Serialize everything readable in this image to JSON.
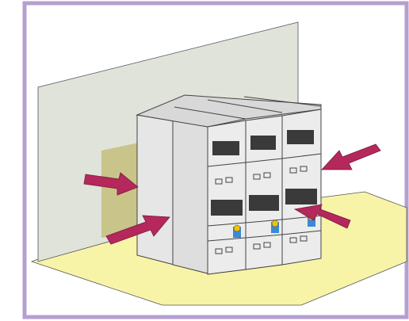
{
  "figure": {
    "subject": "switchgear-cabinet-lineup",
    "cabinets": [
      {
        "id": "cabinet-1",
        "indicator_color": "#f2c400",
        "badge_color": "#3b8ad6"
      },
      {
        "id": "cabinet-2",
        "indicator_color": "#f2c400",
        "badge_color": "#3b8ad6"
      },
      {
        "id": "cabinet-3",
        "indicator_color": "#f2c400",
        "badge_color": "#3b8ad6"
      }
    ],
    "arrows": [
      "arrow-left-upper",
      "arrow-left-lower",
      "arrow-right-upper",
      "arrow-right-lower"
    ]
  },
  "colors": {
    "frame_border": "#b59fd0",
    "floor": "#f7f4a8",
    "wall": "#dfe3d9",
    "wall_shadow": "#c9c489",
    "cabinet_top": "#d8d8d8",
    "cabinet_front": "#ececec",
    "cabinet_side": "#e3e3e3",
    "display_panel": "#3a3a3a",
    "arrow": "#b4285c"
  }
}
